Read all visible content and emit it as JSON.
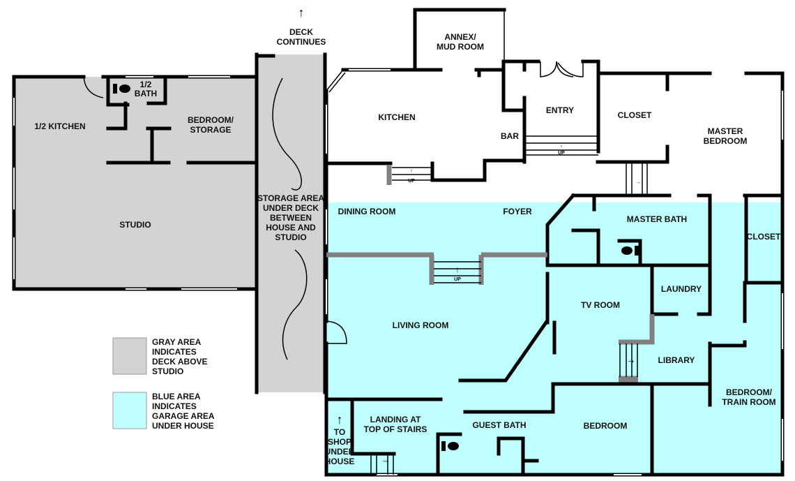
{
  "colors": {
    "deck_gray": "#d3d3d3",
    "garage_blue": "#bfffff",
    "wall": "#000000",
    "stair_wall": "#808080"
  },
  "top_note": [
    "DECK",
    "CONTINUES"
  ],
  "rooms": {
    "half_kitchen": [
      "1/2 KITCHEN"
    ],
    "half_bath": [
      "1/2",
      "BATH"
    ],
    "bedroom_storage": [
      "BEDROOM/",
      "STORAGE"
    ],
    "studio": [
      "STUDIO"
    ],
    "storage_area": [
      "STORAGE AREA",
      "UNDER DECK",
      "BETWEEN",
      "HOUSE AND",
      "STUDIO"
    ],
    "annex": [
      "ANNEX/",
      "MUD ROOM"
    ],
    "kitchen": [
      "KITCHEN"
    ],
    "bar": [
      "BAR"
    ],
    "entry": [
      "ENTRY"
    ],
    "closet_top": [
      "CLOSET"
    ],
    "master_bedroom": [
      "MASTER",
      "BEDROOM"
    ],
    "dining_room": [
      "DINING ROOM"
    ],
    "foyer": [
      "FOYER"
    ],
    "master_bath": [
      "MASTER BATH"
    ],
    "closet_right": [
      "CLOSET"
    ],
    "living_room": [
      "LIVING ROOM"
    ],
    "tv_room": [
      "TV ROOM"
    ],
    "laundry": [
      "LAUNDRY"
    ],
    "library": [
      "LIBRARY"
    ],
    "bedroom_train": [
      "BEDROOM/",
      "TRAIN ROOM"
    ],
    "landing": [
      "LANDING AT",
      "TOP OF STAIRS"
    ],
    "guest_bath": [
      "GUEST BATH"
    ],
    "bedroom": [
      "BEDROOM"
    ],
    "to_shop": [
      "TO",
      "SHOP",
      "UNDER",
      "HOUSE"
    ]
  },
  "stairs_label": "UP",
  "legend": {
    "gray": [
      "GRAY AREA",
      "INDICATES",
      "DECK ABOVE",
      "STUDIO"
    ],
    "blue": [
      "BLUE AREA",
      "INDICATES",
      "GARAGE AREA",
      "UNDER HOUSE"
    ]
  }
}
